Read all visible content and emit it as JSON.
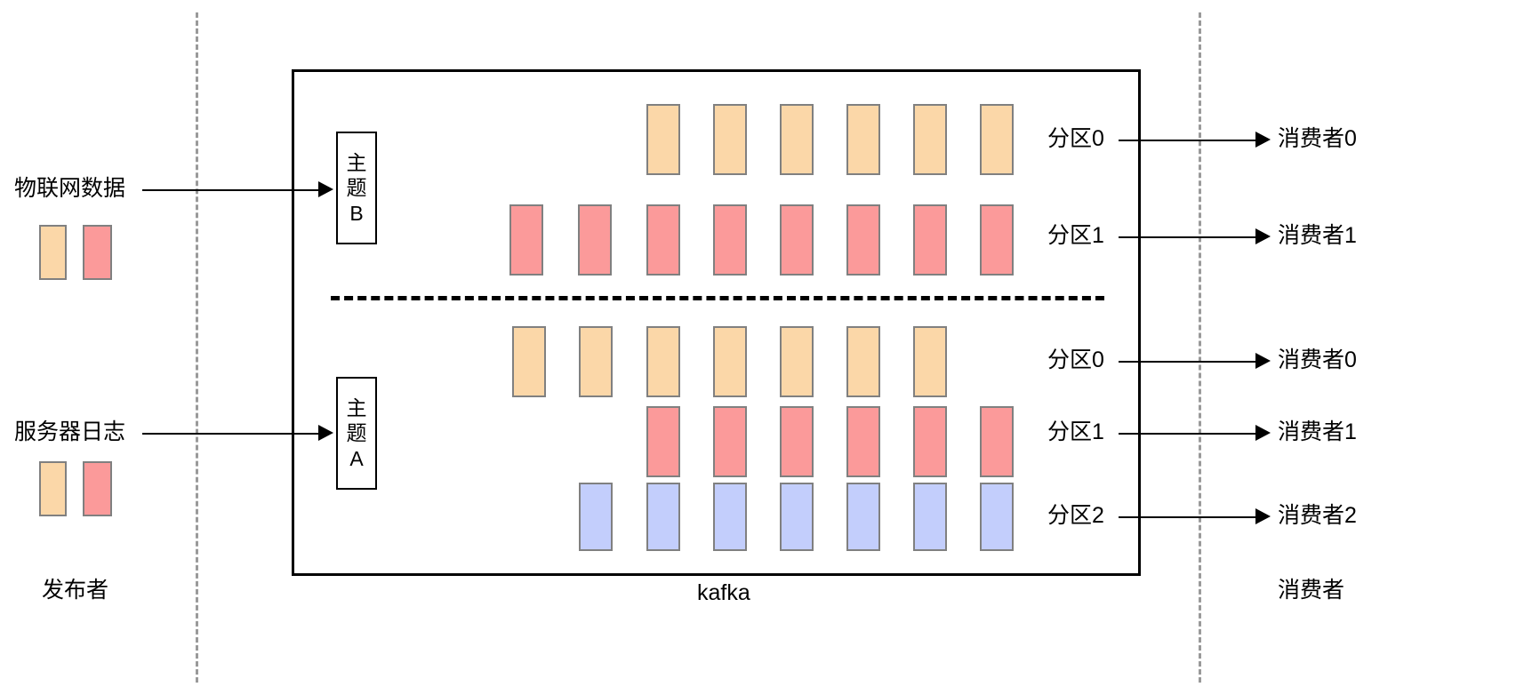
{
  "diagram": {
    "title_bottom_center": "kafka",
    "zones": {
      "publisher_label": "发布者",
      "kafka_label": "kafka",
      "consumer_label": "消费者"
    },
    "publishers": [
      {
        "name": "物联网数据",
        "swatches": [
          "orange",
          "red"
        ]
      },
      {
        "name": "服务器日志",
        "swatches": [
          "orange",
          "red"
        ]
      }
    ],
    "topics": [
      {
        "id": "topic-b",
        "label": "主\n题\nB",
        "source": "物联网数据",
        "partitions": [
          {
            "label": "分区0",
            "consumer": "消费者0",
            "color": "orange",
            "count": 6
          },
          {
            "label": "分区1",
            "consumer": "消费者1",
            "color": "red",
            "count": 8
          }
        ]
      },
      {
        "id": "topic-a",
        "label": "主\n题\nA",
        "source": "服务器日志",
        "partitions": [
          {
            "label": "分区0",
            "consumer": "消费者0",
            "color": "orange",
            "count": 7
          },
          {
            "label": "分区1",
            "consumer": "消费者1",
            "color": "red",
            "count": 6
          },
          {
            "label": "分区2",
            "consumer": "消费者2",
            "color": "blue",
            "count": 7
          }
        ]
      }
    ],
    "colors": {
      "orange": "#fbd7a8",
      "red": "#fb9a9a",
      "blue": "#c3cefc",
      "block_border": "#808080",
      "line": "#000000",
      "divider_dashed": "#9a9a9a"
    },
    "labels": {
      "topic_b_text": "主题B",
      "topic_a_text": "主题A",
      "partition_0": "分区0",
      "partition_1": "分区1",
      "partition_2": "分区2",
      "consumer_0": "消费者0",
      "consumer_1": "消费者1",
      "consumer_2": "消费者2",
      "iot_data": "物联网数据",
      "server_log": "服务器日志"
    }
  }
}
